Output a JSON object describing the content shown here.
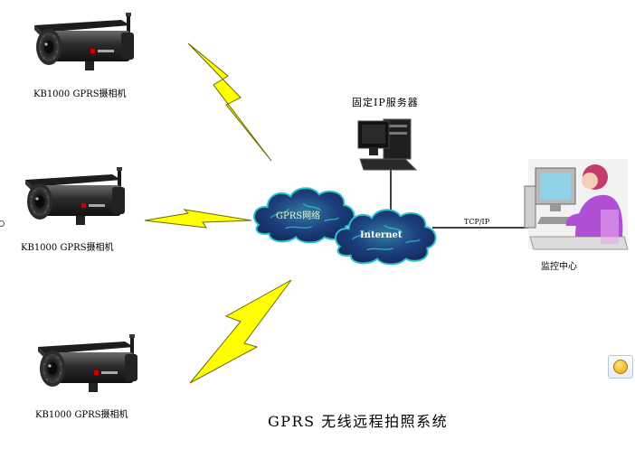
{
  "cameras": [
    {
      "label": "KB1000 GPRS摄相机"
    },
    {
      "label": "KB1000 GPRS摄相机"
    },
    {
      "label": "KB1000 GPRS摄相机"
    }
  ],
  "server": {
    "label": "固定IP服务器"
  },
  "gprs_cloud": {
    "label": "GPRS网络"
  },
  "internet_cloud": {
    "label": "Internet"
  },
  "link": {
    "label": "TCP/IP"
  },
  "monitor": {
    "label": "监控中心"
  },
  "title": "GPRS 无线远程拍照系统",
  "colors": {
    "lightning": "#ffff00",
    "lightning_edge": "#6b6b00",
    "cloud": "#1a2f6e",
    "cloud_glow": "#29c5c8"
  },
  "widgets": {
    "edge_icon": "radio-circle-icon",
    "float_icon": "smiley-button-icon"
  }
}
